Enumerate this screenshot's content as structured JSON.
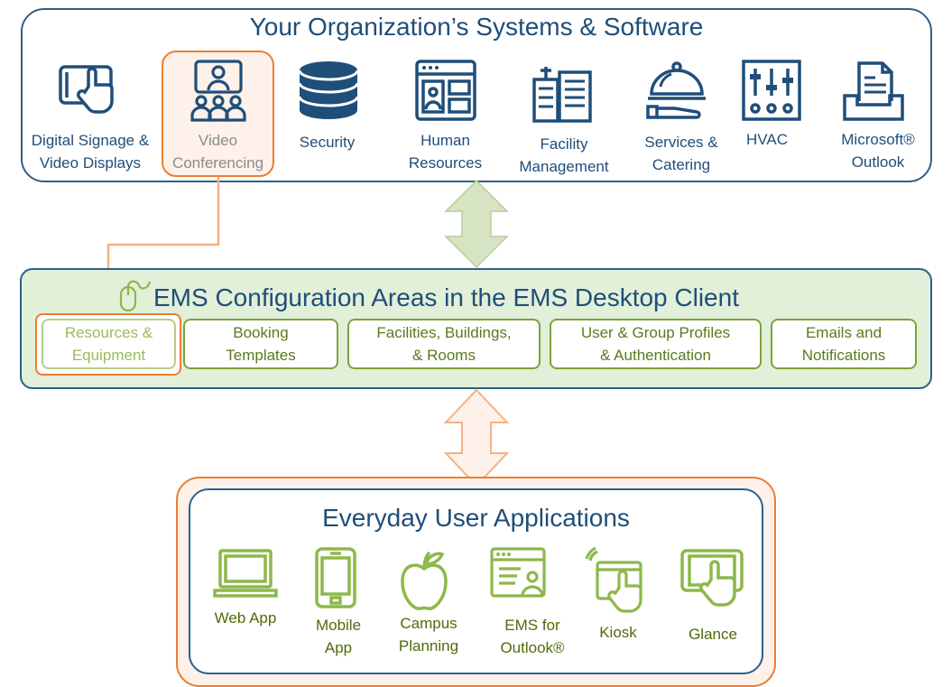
{
  "systems": {
    "title": "Your Organization’s Systems & Software",
    "items": [
      {
        "label": "Digital Signage &\nVideo Displays",
        "icon": "tablet-touch-icon"
      },
      {
        "label": "Video\nConferencing",
        "icon": "video-conference-icon"
      },
      {
        "label": "Security",
        "icon": "database-icon"
      },
      {
        "label": "Human\nResources",
        "icon": "hr-profile-icon"
      },
      {
        "label": "Facility\nManagement",
        "icon": "buildings-icon"
      },
      {
        "label": "Services &\nCatering",
        "icon": "cloche-icon"
      },
      {
        "label": "HVAC",
        "icon": "sliders-icon"
      },
      {
        "label": "Microsoft®\nOutlook",
        "icon": "inbox-tray-icon"
      }
    ]
  },
  "configuration": {
    "title": "EMS Configuration Areas in the EMS Desktop Client",
    "areas": [
      {
        "label": "Resources &\nEquipment"
      },
      {
        "label": "Booking\nTemplates"
      },
      {
        "label": "Facilities, Buildings,\n& Rooms"
      },
      {
        "label": "User & Group Profiles\n& Authentication"
      },
      {
        "label": "Emails and\nNotifications"
      }
    ]
  },
  "applications": {
    "title": "Everyday User Applications",
    "items": [
      {
        "label": "Web App",
        "icon": "laptop-icon"
      },
      {
        "label": "Mobile\nApp",
        "icon": "smartphone-icon"
      },
      {
        "label": "Campus\nPlanning",
        "icon": "apple-icon"
      },
      {
        "label": "EMS for\nOutlook®",
        "icon": "profile-window-icon"
      },
      {
        "label": "Kiosk",
        "icon": "kiosk-touch-icon"
      },
      {
        "label": "Glance",
        "icon": "tablet-touch-icon"
      }
    ]
  },
  "colors": {
    "navy": "#1f4e79",
    "green": "#7aa33a",
    "orange": "#ed7d31",
    "panel_green": "#e2efd9"
  }
}
